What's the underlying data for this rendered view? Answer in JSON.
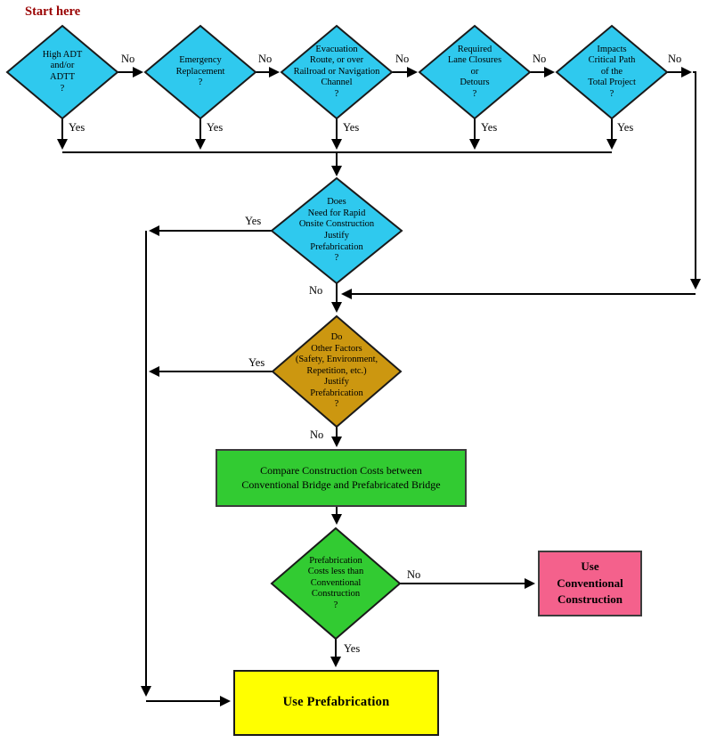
{
  "page": {
    "start_label": "Start here"
  },
  "labels": {
    "yes": "Yes",
    "no": "No"
  },
  "colors": {
    "cyan": "#2FC9EE",
    "gold": "#CC9710",
    "green": "#32CB32",
    "pink": "#F4618C",
    "yellow": "#FFFF00",
    "start_text": "#990000",
    "line": "#000000"
  },
  "nodes": {
    "high_adt": {
      "text": "High ADT\nand/or\nADTT\n?"
    },
    "emergency": {
      "text": "Emergency\nReplacement\n?"
    },
    "evacuation": {
      "text": "Evacuation\nRoute, or over\nRailroad or Navigation\nChannel\n?"
    },
    "lane_closures": {
      "text": "Required\nLane Closures\nor\nDetours\n?"
    },
    "critical_path": {
      "text": "Impacts\nCritical Path\nof the\nTotal Project\n?"
    },
    "rapid_onsite": {
      "text": "Does\nNeed for Rapid\nOnsite Construction\nJustify\nPrefabrication\n?"
    },
    "other_factors": {
      "text": "Do\nOther Factors\n(Safety, Environment,\nRepetition, etc.)\nJustify\nPrefabrication\n?"
    },
    "compare_costs": {
      "text": "Compare Construction Costs between\nConventional Bridge and Prefabricated Bridge"
    },
    "prefab_cheaper": {
      "text": "Prefabrication\nCosts less than\nConventional\nConstruction\n?"
    },
    "use_conventional": {
      "text": "Use\nConventional\nConstruction"
    },
    "use_prefabrication": {
      "text": "Use Prefabrication"
    }
  }
}
